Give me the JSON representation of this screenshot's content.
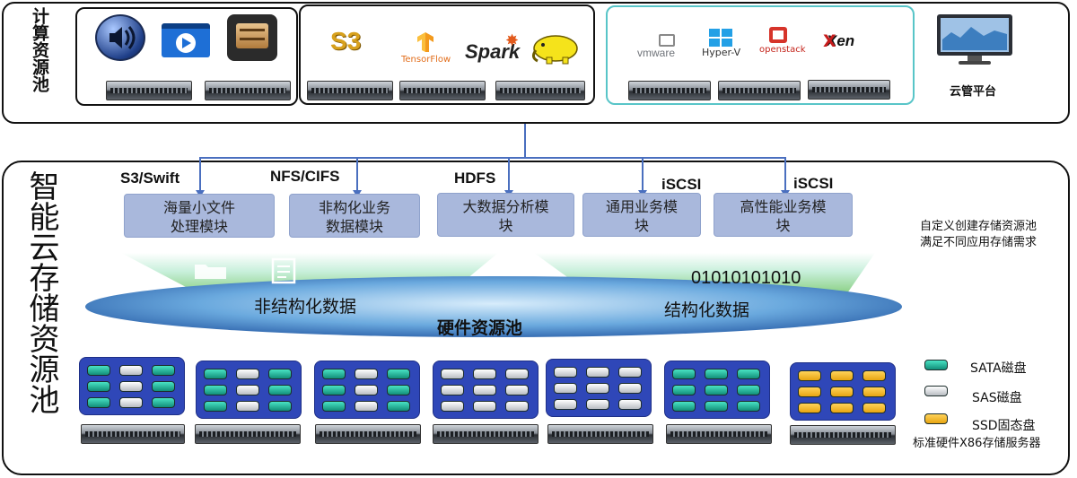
{
  "compute_pool": {
    "title": "计算资源池",
    "groups": [
      {
        "apps": [
          "speaker-app-icon",
          "video-player-icon",
          "bookshelf-app-icon"
        ]
      },
      {
        "apps": [
          "S3",
          "TensorFlow",
          "Spark",
          "hadoop-elephant-icon"
        ]
      },
      {
        "apps": [
          "vmware",
          "Hyper-V",
          "openstack",
          "Xen"
        ]
      }
    ],
    "cloud_platform_label": "云管平台"
  },
  "storage_pool": {
    "title": "智能云存储资源池",
    "protocols": [
      "S3/Swift",
      "NFS/CIFS",
      "HDFS",
      "iSCSI",
      "iSCSI"
    ],
    "modules": [
      {
        "line1": "海量小文件",
        "line2": "处理模块"
      },
      {
        "line1": "非构化业务",
        "line2": "数据模块"
      },
      {
        "line1": "大数据分析模",
        "line2": "块"
      },
      {
        "line1": "通用业务模",
        "line2": "块"
      },
      {
        "line1": "高性能业务模",
        "line2": "块"
      }
    ],
    "side_note_line1": "自定义创建存储资源池",
    "side_note_line2": "满足不同应用存储需求",
    "unstructured_label": "非结构化数据",
    "structured_label": "结构化数据",
    "binary_text": "01010101010",
    "hardware_pool_label": "硬件资源池",
    "legend": {
      "sata": "SATA磁盘",
      "sas": "SAS磁盘",
      "ssd": "SSD固态盘",
      "server": "标准硬件X86存储服务器"
    }
  }
}
